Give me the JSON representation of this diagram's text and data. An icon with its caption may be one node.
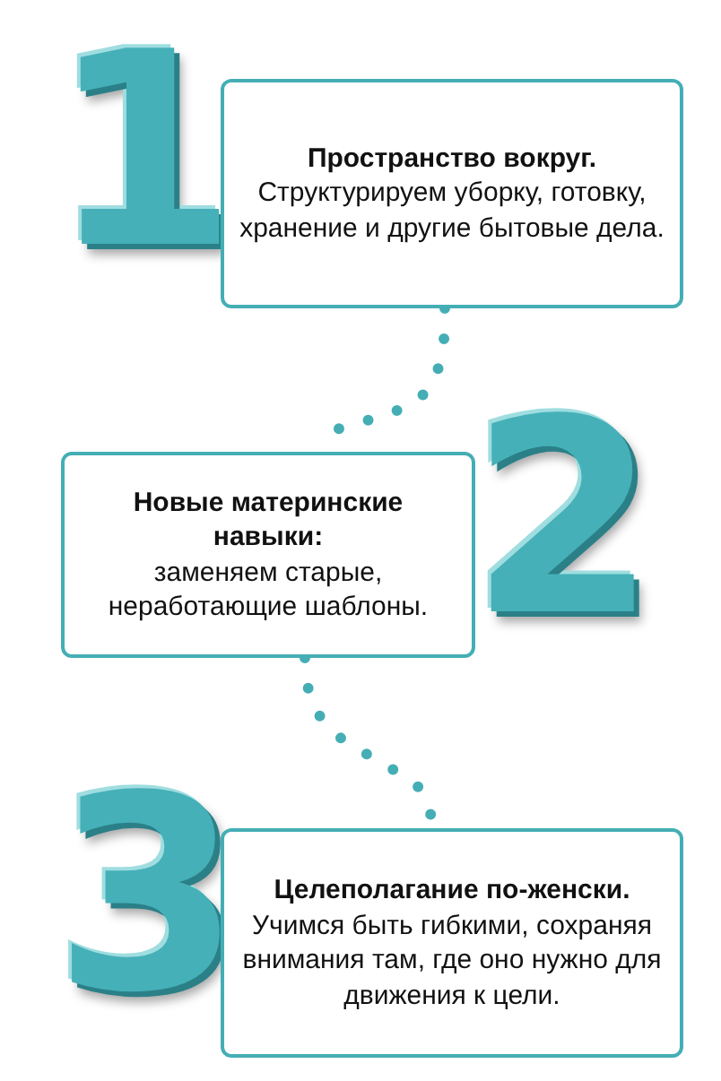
{
  "diagram": {
    "nodes": [
      {
        "text": [
          "Пространство вокруг.",
          "Структурируем уборку, готовку, хранение и другие бытовые дела."
        ]
      },
      {
        "text": [
          "Новые материнские навыки:",
          "заменяем старые, неработающие шаблоны."
        ]
      },
      {
        "text": [
          "Целеполагание по-женски.",
          "Учимся быть гибкими, сохраняя внимания там, где оно нужно для движения к цели."
        ]
      }
    ],
    "edges": [
      {
        "from": 0,
        "to": 1,
        "arrow": "none",
        "style": "dashed"
      },
      {
        "from": 1,
        "to": 2,
        "arrow": "none",
        "style": "dashed"
      }
    ],
    "labels": [
      "1",
      "2",
      "3"
    ]
  }
}
